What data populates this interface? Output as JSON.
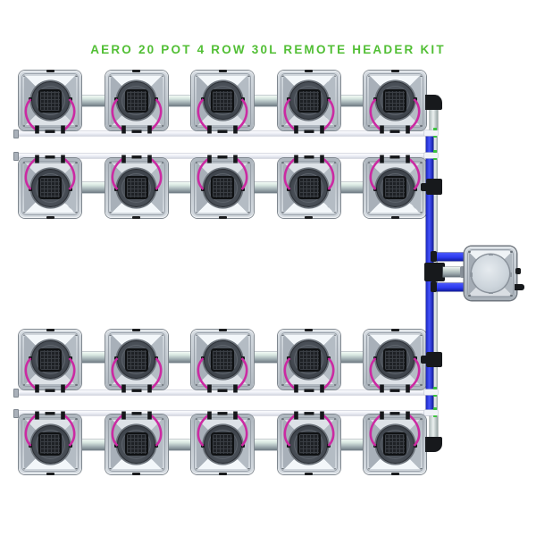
{
  "title": {
    "text": "AERO 20 POT 4 ROW 30L REMOTE HEADER KIT"
  },
  "system": {
    "kind": "aeroponic-irrigation-kit-diagram",
    "total_pots": 20,
    "pots_per_row": 5,
    "rows": [
      {
        "name": "row-1",
        "pots": 5,
        "feed_side": "bottom"
      },
      {
        "name": "row-2",
        "pots": 5,
        "feed_side": "top"
      },
      {
        "name": "row-3",
        "pots": 5,
        "feed_side": "bottom"
      },
      {
        "name": "row-4",
        "pots": 5,
        "feed_side": "top"
      }
    ],
    "header_tank": {
      "name": "remote-header-tank",
      "position": "middle-right"
    },
    "components": {
      "pot": "square aeroponic pot with round lid, mesh basket and two sprayer tubes",
      "manifold_pipe": "silver inter-pot pipe at pot mid-height",
      "feed_pipe": "white feed line along pot bases",
      "riser_pipe_blue": "blue vertical/horizontal supply pipe to header",
      "riser_pipe_pale": "pale vertical pipe with elbow at rows 1 and 4",
      "fittings": "black elbows, tees and cross at right-hand riser"
    }
  },
  "colors": {
    "background": "#ffffff",
    "title_green": "#52bf35",
    "pipe_blue": "#2d3bf0",
    "tube_magenta": "#cb2aa2",
    "junction_green": "#3bc43e",
    "fitting_black": "#17191c",
    "pot_body_gray": "#c2c9d0",
    "feed_pipe_white": "#eceef5",
    "manifold_silver": "#a9b7ba"
  }
}
